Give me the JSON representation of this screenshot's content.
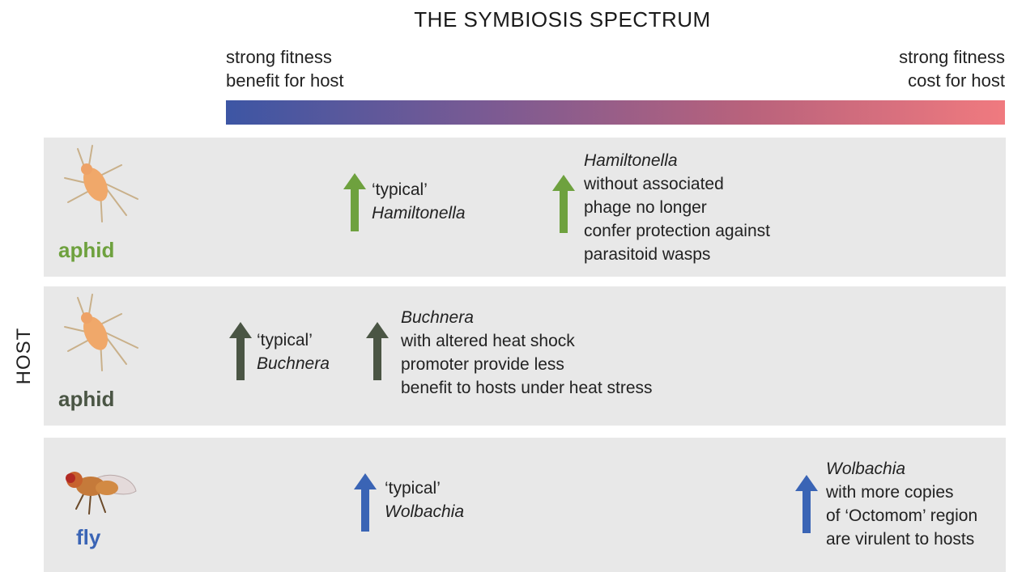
{
  "header": {
    "title": "THE SYMBIOSIS SPECTRUM",
    "left_end": [
      "strong fitness",
      "benefit for host"
    ],
    "right_end": [
      "strong fitness",
      "cost for host"
    ]
  },
  "axis_label": "HOST",
  "colors": {
    "gradient_start": "#3d56a4",
    "gradient_end": "#f07a7f",
    "panel_bg": "#e8e8e8",
    "aphid_green": "#6ea13e",
    "aphid_dark": "#4a5544",
    "fly_blue": "#3a64b5"
  },
  "rows": [
    {
      "host": "aphid",
      "icon": "aphid-icon",
      "typical": {
        "quote": "‘typical’",
        "name": "Hamiltonella"
      },
      "variant": {
        "name": "Hamiltonella",
        "lines": [
          "without associated",
          "phage no longer",
          "confer protection against",
          "parasitoid wasps"
        ]
      }
    },
    {
      "host": "aphid",
      "icon": "aphid-icon",
      "typical": {
        "quote": "‘typical’",
        "name": "Buchnera"
      },
      "variant": {
        "name": "Buchnera",
        "lines": [
          "with altered heat shock",
          "promoter provide less",
          "benefit to hosts under heat stress"
        ]
      }
    },
    {
      "host": "fly",
      "icon": "fly-icon",
      "typical": {
        "quote": "‘typical’",
        "name": "Wolbachia"
      },
      "variant": {
        "name": "Wolbachia",
        "lines": [
          "with more copies",
          "of ‘Octomom’ region",
          "are virulent to hosts"
        ]
      }
    }
  ]
}
